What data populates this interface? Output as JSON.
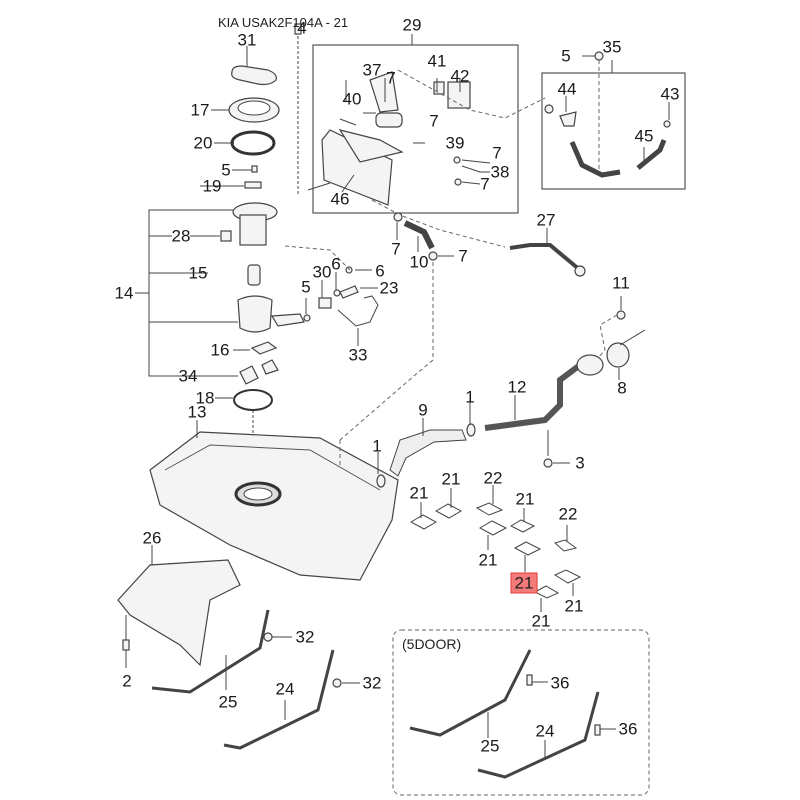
{
  "diagram": {
    "title": "KIA USAK2F104A - 21",
    "variant_note": "(5DOOR)",
    "highlighted_callout": "21",
    "highlight_color": "#f47a7a",
    "callouts": [
      {
        "id": "c-4",
        "text": "4"
      },
      {
        "id": "c-31",
        "text": "31"
      },
      {
        "id": "c-17",
        "text": "17"
      },
      {
        "id": "c-20",
        "text": "20"
      },
      {
        "id": "c-5a",
        "text": "5"
      },
      {
        "id": "c-19",
        "text": "19"
      },
      {
        "id": "c-28",
        "text": "28"
      },
      {
        "id": "c-15",
        "text": "15"
      },
      {
        "id": "c-14",
        "text": "14"
      },
      {
        "id": "c-16",
        "text": "16"
      },
      {
        "id": "c-34",
        "text": "34"
      },
      {
        "id": "c-18",
        "text": "18"
      },
      {
        "id": "c-13",
        "text": "13"
      },
      {
        "id": "c-29",
        "text": "29"
      },
      {
        "id": "c-37",
        "text": "37"
      },
      {
        "id": "c-41",
        "text": "41"
      },
      {
        "id": "c-42",
        "text": "42"
      },
      {
        "id": "c-7a",
        "text": "7"
      },
      {
        "id": "c-40",
        "text": "40"
      },
      {
        "id": "c-7b",
        "text": "7"
      },
      {
        "id": "c-39",
        "text": "39"
      },
      {
        "id": "c-7c",
        "text": "7"
      },
      {
        "id": "c-38",
        "text": "38"
      },
      {
        "id": "c-7d",
        "text": "7"
      },
      {
        "id": "c-46",
        "text": "46"
      },
      {
        "id": "c-5b",
        "text": "5"
      },
      {
        "id": "c-35",
        "text": "35"
      },
      {
        "id": "c-44",
        "text": "44"
      },
      {
        "id": "c-43",
        "text": "43"
      },
      {
        "id": "c-45",
        "text": "45"
      },
      {
        "id": "c-27",
        "text": "27"
      },
      {
        "id": "c-7e",
        "text": "7"
      },
      {
        "id": "c-10",
        "text": "10"
      },
      {
        "id": "c-7f",
        "text": "7"
      },
      {
        "id": "c-6a",
        "text": "6"
      },
      {
        "id": "c-30",
        "text": "30"
      },
      {
        "id": "c-6b",
        "text": "6"
      },
      {
        "id": "c-5c",
        "text": "5"
      },
      {
        "id": "c-23",
        "text": "23"
      },
      {
        "id": "c-33",
        "text": "33"
      },
      {
        "id": "c-11",
        "text": "11"
      },
      {
        "id": "c-8",
        "text": "8"
      },
      {
        "id": "c-12",
        "text": "12"
      },
      {
        "id": "c-1a",
        "text": "1"
      },
      {
        "id": "c-9",
        "text": "9"
      },
      {
        "id": "c-1b",
        "text": "1"
      },
      {
        "id": "c-3",
        "text": "3"
      },
      {
        "id": "c-21a",
        "text": "21"
      },
      {
        "id": "c-21b",
        "text": "21"
      },
      {
        "id": "c-22a",
        "text": "22"
      },
      {
        "id": "c-21c",
        "text": "21"
      },
      {
        "id": "c-21d",
        "text": "21"
      },
      {
        "id": "c-22b",
        "text": "22"
      },
      {
        "id": "c-21e",
        "text": "21"
      },
      {
        "id": "c-21f",
        "text": "21"
      },
      {
        "id": "c-21g",
        "text": "21"
      },
      {
        "id": "c-26",
        "text": "26"
      },
      {
        "id": "c-2",
        "text": "2"
      },
      {
        "id": "c-32a",
        "text": "32"
      },
      {
        "id": "c-25a",
        "text": "25"
      },
      {
        "id": "c-32b",
        "text": "32"
      },
      {
        "id": "c-24a",
        "text": "24"
      },
      {
        "id": "c-36a",
        "text": "36"
      },
      {
        "id": "c-36b",
        "text": "36"
      },
      {
        "id": "c-25b",
        "text": "25"
      },
      {
        "id": "c-24b",
        "text": "24"
      }
    ]
  }
}
